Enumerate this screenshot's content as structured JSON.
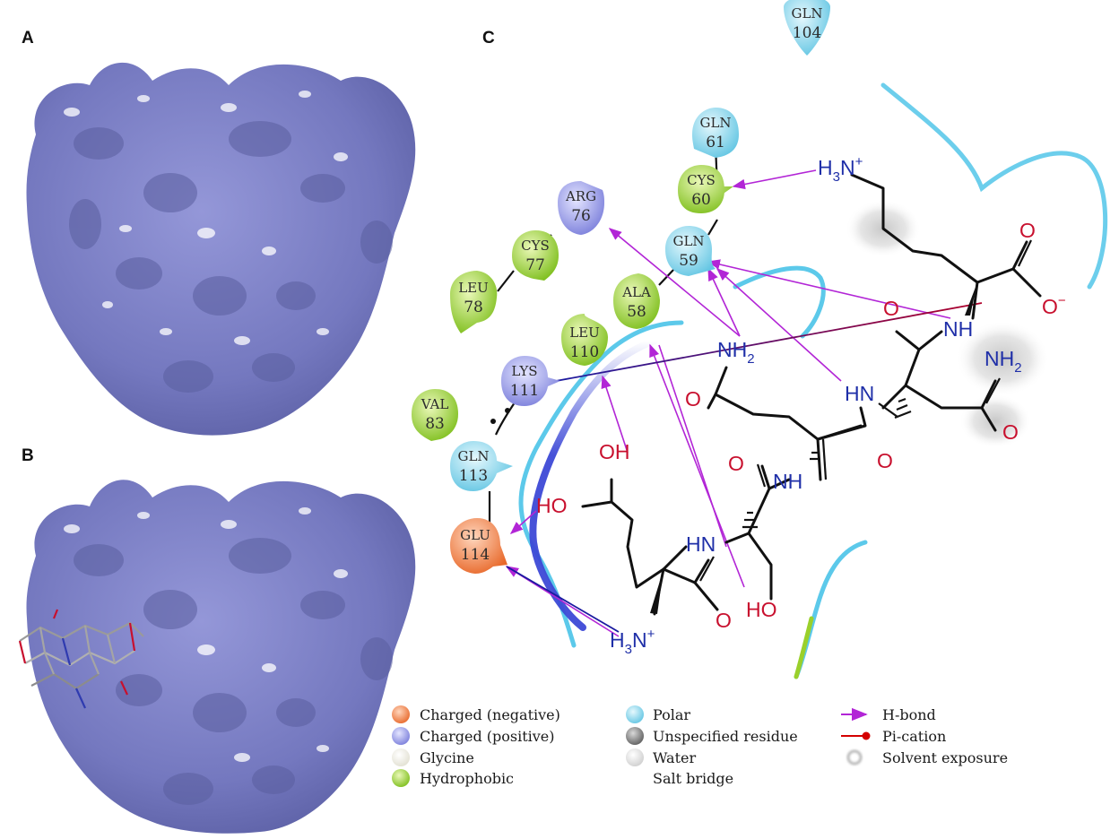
{
  "panels": {
    "a": "A",
    "b": "B",
    "c": "C"
  },
  "residues": [
    {
      "id": "gln104",
      "name": "GLN",
      "number": "104",
      "type": "polar"
    },
    {
      "id": "gln61",
      "name": "GLN",
      "number": "61",
      "type": "polar"
    },
    {
      "id": "cys60",
      "name": "CYS",
      "number": "60",
      "type": "hydrophobic"
    },
    {
      "id": "arg76",
      "name": "ARG",
      "number": "76",
      "type": "positive"
    },
    {
      "id": "gln59",
      "name": "GLN",
      "number": "59",
      "type": "polar"
    },
    {
      "id": "cys77",
      "name": "CYS",
      "number": "77",
      "type": "hydrophobic"
    },
    {
      "id": "leu78",
      "name": "LEU",
      "number": "78",
      "type": "hydrophobic"
    },
    {
      "id": "ala58",
      "name": "ALA",
      "number": "58",
      "type": "hydrophobic"
    },
    {
      "id": "leu110",
      "name": "LEU",
      "number": "110",
      "type": "hydrophobic"
    },
    {
      "id": "lys111",
      "name": "LYS",
      "number": "111",
      "type": "positive"
    },
    {
      "id": "val83",
      "name": "VAL",
      "number": "83",
      "type": "hydrophobic"
    },
    {
      "id": "gln113",
      "name": "GLN",
      "number": "113",
      "type": "polar"
    },
    {
      "id": "glu114",
      "name": "GLU",
      "number": "114",
      "type": "negative"
    }
  ],
  "ligand_labels": {
    "h3n_top": {
      "main": "H",
      "sub": "3",
      "n": "N",
      "sup": "+"
    },
    "o_carboxyl_top": "O",
    "o_minus": {
      "o": "O",
      "sup": "−"
    },
    "o_amide1": "O",
    "nh_top": "NH",
    "nh2_right": {
      "main": "NH",
      "sub": "2"
    },
    "nh2_center": {
      "main": "NH",
      "sub": "2"
    },
    "hn_mid": "HN",
    "o_gln_side": "O",
    "o_right2": "O",
    "o_asn_side": "O",
    "oh_glu": "OH",
    "ho_glu": "HO",
    "o_ser_carbonyl": "O",
    "nh_ser": "NH",
    "hn_ser": "HN",
    "o_glu_carbonyl": "O",
    "oh_ser": "HO",
    "h3n_bottom": {
      "main": "H",
      "sub": "3",
      "n": "N",
      "sup": "+"
    }
  },
  "legend": {
    "col1": [
      "Charged (negative)",
      "Charged (positive)",
      "Glycine",
      "Hydrophobic"
    ],
    "col2": [
      "Polar",
      "Unspecified residue",
      "Water",
      "Salt bridge"
    ],
    "col3": [
      "H-bond",
      "Pi-cation",
      "Solvent exposure"
    ]
  },
  "colors": {
    "protein_surface": "#7b7fc4",
    "polar": "#7fd3ea",
    "hydrophobic": "#8fcf2a",
    "positive": "#8c8fe6",
    "negative": "#f08a50",
    "glycine": "#ecebe2",
    "unspecified": "#8a8a8a",
    "water": "#d8d8d8",
    "hbond": "#b225d6",
    "pi_cation": "#d40000",
    "salt_bridge_a": "#1a1aa0",
    "salt_bridge_b": "#b0002a"
  }
}
